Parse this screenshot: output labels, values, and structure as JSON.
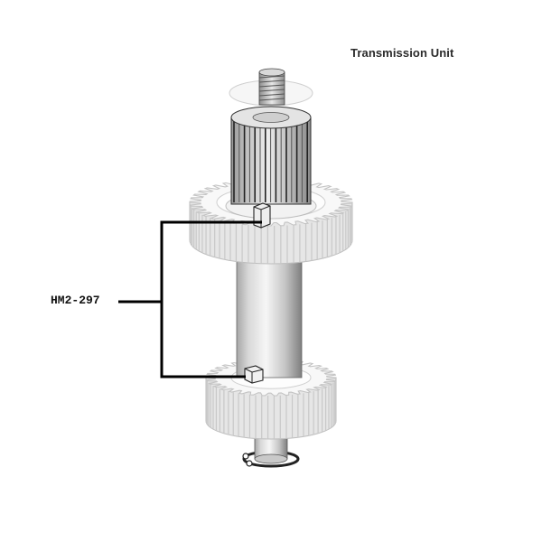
{
  "diagram": {
    "title": "Transmission Unit",
    "callout": {
      "label": "HM2-297"
    },
    "colors": {
      "outline": "#1a1a1a",
      "shaft_light": "#f4f4f4",
      "shaft_mid": "#d2d2d2",
      "shaft_dark": "#8a8a8a",
      "gear_face": "#f7f7f7",
      "gear_edge": "#cfcfcf",
      "leader": "#000000"
    },
    "parts": [
      "threaded-end",
      "splined-pinion",
      "upper-gear",
      "upper-key",
      "shaft",
      "lower-gear",
      "lower-key",
      "circlip"
    ]
  }
}
